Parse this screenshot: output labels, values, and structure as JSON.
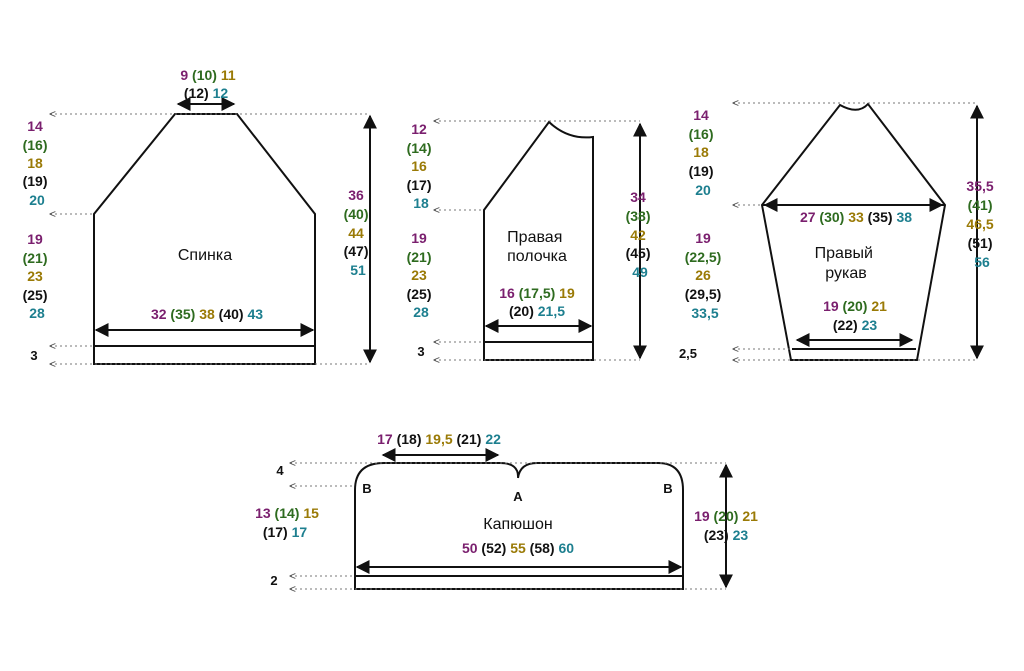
{
  "colors": {
    "s1": "#7a1f6e",
    "s2": "#2e6b1f",
    "s3": "#9a7a06",
    "s4": "#111111",
    "s5": "#1d7f8f"
  },
  "back": {
    "title": "Спинка",
    "neck_a": [
      "9",
      "(10)",
      "11"
    ],
    "neck_b": [
      "(12)",
      "12"
    ],
    "shoulder": [
      "14",
      "(16)",
      "18",
      "(19)",
      "20"
    ],
    "side": [
      "19",
      "(21)",
      "23",
      "(25)",
      "28"
    ],
    "length": [
      "36",
      "(40)",
      "44",
      "(47)",
      "51"
    ],
    "width": [
      "32",
      "(35)",
      "38",
      "(40)",
      "43"
    ],
    "rib": "3"
  },
  "front": {
    "title_line1": "Правая",
    "title_line2": "полочка",
    "shoulder": [
      "12",
      "(14)",
      "16",
      "(17)",
      "18"
    ],
    "side": [
      "19",
      "(21)",
      "23",
      "(25)",
      "28"
    ],
    "length": [
      "34",
      "(38)",
      "42",
      "(45)",
      "49"
    ],
    "width_a": [
      "16",
      "(17,5)",
      "19"
    ],
    "width_b": [
      "(20)",
      "21,5"
    ],
    "rib": "3"
  },
  "sleeve": {
    "title_line1": "Правый",
    "title_line2": "рукав",
    "cap": [
      "14",
      "(16)",
      "18",
      "(19)",
      "20"
    ],
    "side": [
      "19",
      "(22,5)",
      "26",
      "(29,5)",
      "33,5"
    ],
    "length": [
      "35,5",
      "(41)",
      "46,5",
      "(51)",
      "56"
    ],
    "top_width": [
      "27",
      "(30)",
      "33",
      "(35)",
      "38"
    ],
    "cuff_a": [
      "19",
      "(20)",
      "21"
    ],
    "cuff_b": [
      "(22)",
      "23"
    ],
    "rib": "2,5"
  },
  "hood": {
    "title": "Капюшон",
    "top_a": [
      "17",
      "(18)",
      "19,5",
      "(21)",
      "22"
    ],
    "height_a": [
      "13",
      "(14)",
      "15"
    ],
    "height_b": [
      "(17)",
      "17"
    ],
    "right_a": [
      "19",
      "(20)",
      "21"
    ],
    "right_b": [
      "(23)",
      "23"
    ],
    "width": [
      "50",
      "(52)",
      "55",
      "(58)",
      "60"
    ],
    "top_band": "4",
    "rib": "2",
    "point_a": "A",
    "point_b_left": "B",
    "point_b_right": "B"
  }
}
